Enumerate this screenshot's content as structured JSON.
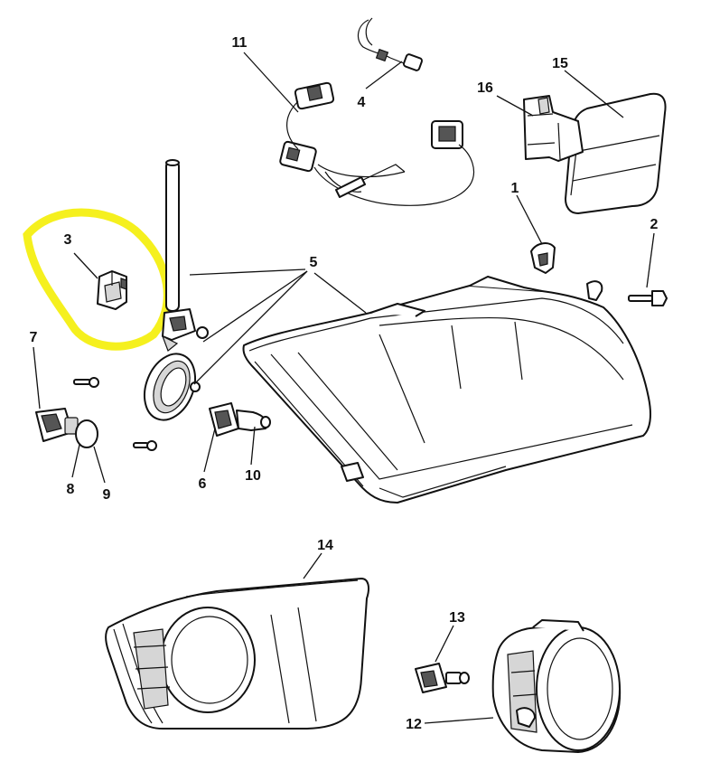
{
  "highlight_color": "#f5f01e",
  "line_color": "#111111",
  "callouts": {
    "c1": "1",
    "c2": "2",
    "c3": "3",
    "c4": "4",
    "c5": "5",
    "c6": "6",
    "c7": "7",
    "c8": "8",
    "c9": "9",
    "c10": "10",
    "c11": "11",
    "c12": "12",
    "c13": "13",
    "c14": "14",
    "c15": "15",
    "c16": "16"
  }
}
